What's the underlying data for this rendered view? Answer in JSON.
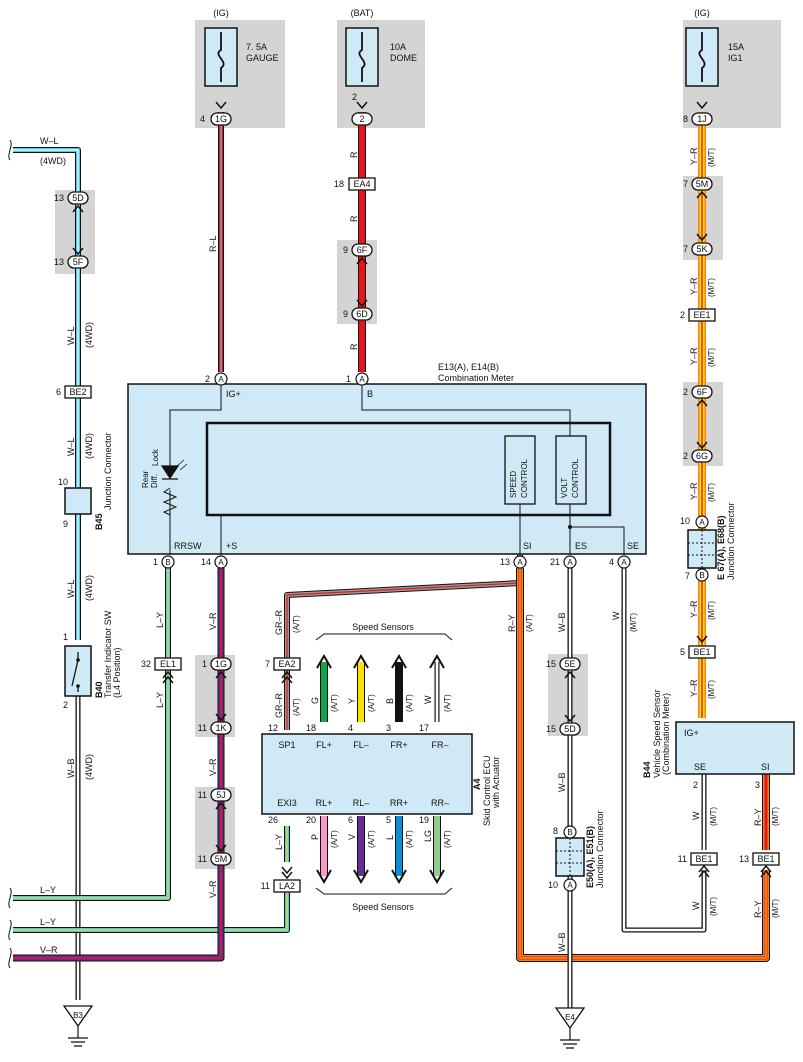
{
  "fuses": {
    "gauge": {
      "source": "(IG)",
      "rating": "7. 5A",
      "name": "GAUGE"
    },
    "dome": {
      "source": "(BAT)",
      "rating": "10A",
      "name": "DOME"
    },
    "ig1": {
      "source": "(IG)",
      "rating": "15A",
      "name": "IG1"
    }
  },
  "meter": {
    "id": "E13(A), E14(B)",
    "name": "Combination Meter",
    "ig_pin": "IG+",
    "b_pin": "B",
    "rrsw": "RRSW",
    "plus_s": "+S",
    "si": "SI",
    "es": "ES",
    "se": "SE",
    "lamp_rear": "Rear",
    "lamp_diff": "Diff.",
    "lamp_lock": "Lock",
    "speed_control": [
      "SPEED",
      "CONTROL"
    ],
    "volt_control": [
      "VOLT",
      "CONTROL"
    ]
  },
  "ecu": {
    "id": "A4",
    "line1": "Skid Control ECU",
    "line2": "with Actuator",
    "top_pins": [
      "SP1",
      "FL+",
      "FL–",
      "FR+",
      "FR–"
    ],
    "bottom_pins": [
      "EXI3",
      "RL+",
      "RL–",
      "RR+",
      "RR–"
    ],
    "top_numbers": [
      "12",
      "18",
      "4",
      "3",
      "17"
    ],
    "bottom_numbers": [
      "26",
      "20",
      "6",
      "5",
      "19"
    ],
    "top_wires": [
      "G",
      "Y",
      "B",
      "W"
    ],
    "bottom_wires": [
      "P",
      "V",
      "L",
      "LG"
    ],
    "speed_sensors": "Speed Sensors",
    "at": "(A/T)"
  },
  "vss": {
    "id": "B44",
    "line1": "Vehicle Speed Sensor",
    "line2": "(Combination Meter)",
    "ig": "IG+",
    "se": "SE",
    "si": "SI"
  },
  "transfer_sw": {
    "id": "B40",
    "line1": "Transfer Indicator SW",
    "line2": "(L4 Position)"
  },
  "jc_b45": {
    "id": "B45",
    "name": "Junction Connector"
  },
  "jc_e67": {
    "id": "E 67(A), E68(B)",
    "name": "Junction Connector"
  },
  "jc_e50": {
    "id": "E50(A), E51(B)",
    "name": "Junction Connector"
  },
  "connectors": {
    "g1": "1G",
    "g1b": "1G",
    "c2": "2",
    "ea4": "EA4",
    "f6": "6F",
    "d6": "6D",
    "j1": "1J",
    "m5": "5M",
    "k5": "5K",
    "ee1": "EE1",
    "f6b": "6F",
    "g6": "6G",
    "d5": "5D",
    "f5": "5F",
    "be2": "BE2",
    "el1": "EL1",
    "k1": "1K",
    "j5": "5J",
    "m5b": "5M",
    "ea2": "EA2",
    "la2": "LA2",
    "e5": "5E",
    "d5b": "5D",
    "be1": "BE1",
    "be1b": "BE1",
    "be1c": "BE1",
    "pinA": "A",
    "pinB": "B"
  },
  "pins": {
    "p4": "4",
    "p2": "2",
    "p18": "18",
    "p9": "9",
    "p9b": "9",
    "p8": "8",
    "p7": "7",
    "p7b": "7",
    "p2b": "2",
    "p2c": "2",
    "p2d": "2",
    "p13": "13",
    "p13b": "13",
    "p6": "6",
    "p10": "10",
    "p9c": "9",
    "p1": "1",
    "p2e": "2",
    "p1b": "1",
    "p14": "14",
    "p13c": "13",
    "p21": "21",
    "p4b": "4",
    "p32": "32",
    "p1c": "1",
    "p11": "11",
    "p11b": "11",
    "p11c": "11",
    "p7c": "7",
    "p15": "15",
    "p15b": "15",
    "p8b": "8",
    "p10b": "10",
    "p10c": "10",
    "p7d": "7",
    "p5": "5",
    "p2f": "2",
    "p3": "3",
    "p11d": "11",
    "p13d": "13",
    "p11e": "11",
    "p1d": "1",
    "p2g": "2"
  },
  "wires": {
    "wl": "W–L",
    "wd4": "(4WD)",
    "rl": "R–L",
    "r": "R",
    "yr": "Y–R",
    "mt": "(M/T)",
    "ly": "L–Y",
    "vr": "V–R",
    "grr": "GR–R",
    "at": "(A/T)",
    "ry": "R–Y",
    "wb": "W–B",
    "w": "W"
  },
  "grounds": {
    "b3": "B3",
    "e4": "E4"
  },
  "colors": {
    "shade": "#d4d4d4",
    "box": "#cfe9f6",
    "red": "#e8141c",
    "yellow": "#f7e400",
    "orange": "#f58220",
    "lightblue": "#56c5f0",
    "purple": "#662d91",
    "green": "#14a34a",
    "blue": "#0a8fd6",
    "pink": "#f59ac4",
    "lightgreen": "#93cc93",
    "gray": "#9a9a9a"
  }
}
